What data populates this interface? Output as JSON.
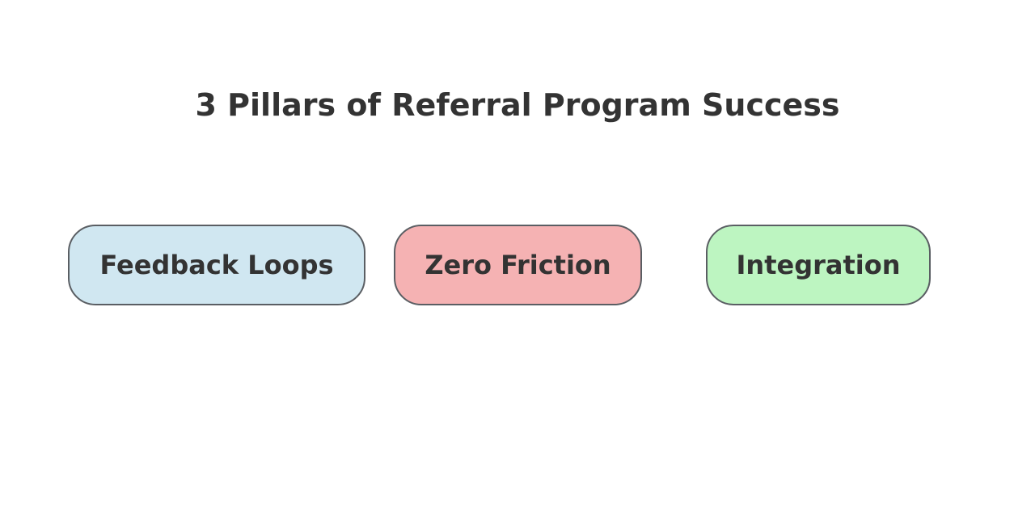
{
  "diagram": {
    "title": "3 Pillars of Referral Program Success",
    "pillars": [
      {
        "label": "Feedback Loops",
        "fill": "#d0e7f1"
      },
      {
        "label": "Zero Friction",
        "fill": "#f5b2b3"
      },
      {
        "label": "Integration",
        "fill": "#bdf5c1"
      }
    ],
    "border_color": "#5a5e63",
    "text_color": "#333333",
    "background": "#ffffff"
  }
}
